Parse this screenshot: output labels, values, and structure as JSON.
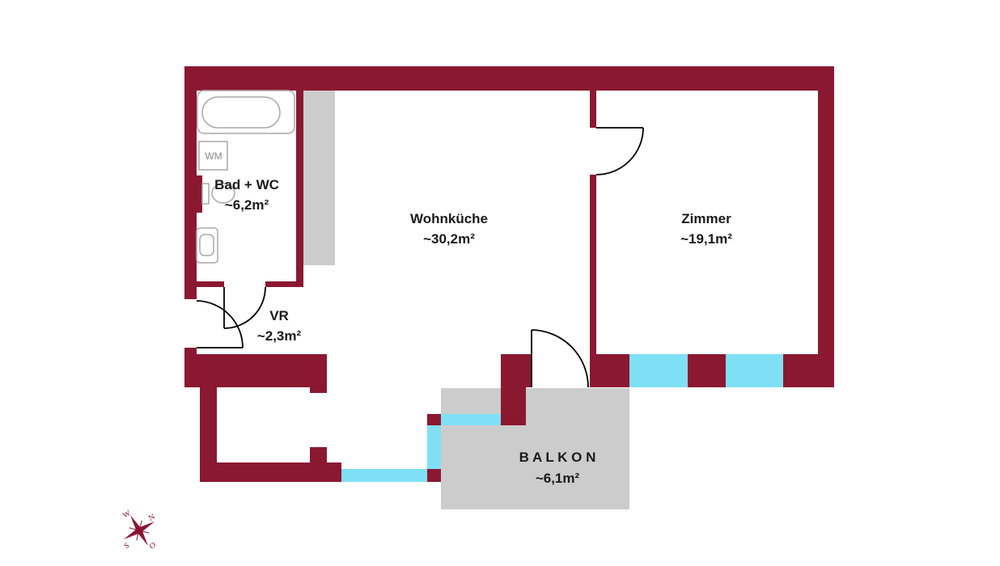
{
  "colors": {
    "wall": "#8b1831",
    "window": "#7fe0f5",
    "balcony": "#cccccc",
    "kitchen_counter": "#cccccc",
    "fixture": "#a8a8a8",
    "door_line": "#000000",
    "compass": "#8b1530"
  },
  "rooms": {
    "bad": {
      "name": "Bad + WC",
      "area": "~6,2m²"
    },
    "wohnkueche": {
      "name": "Wohnküche",
      "area": "~30,2m²"
    },
    "zimmer": {
      "name": "Zimmer",
      "area": "~19,1m²"
    },
    "vr": {
      "name": "VR",
      "area": "~2,3m²"
    },
    "balkon": {
      "name": "B A L K O N",
      "area": "~6,1m²"
    }
  },
  "fixtures": {
    "washing_machine": "WM"
  },
  "compass": {
    "n": "N",
    "s": "S",
    "o": "O",
    "w": "W"
  }
}
